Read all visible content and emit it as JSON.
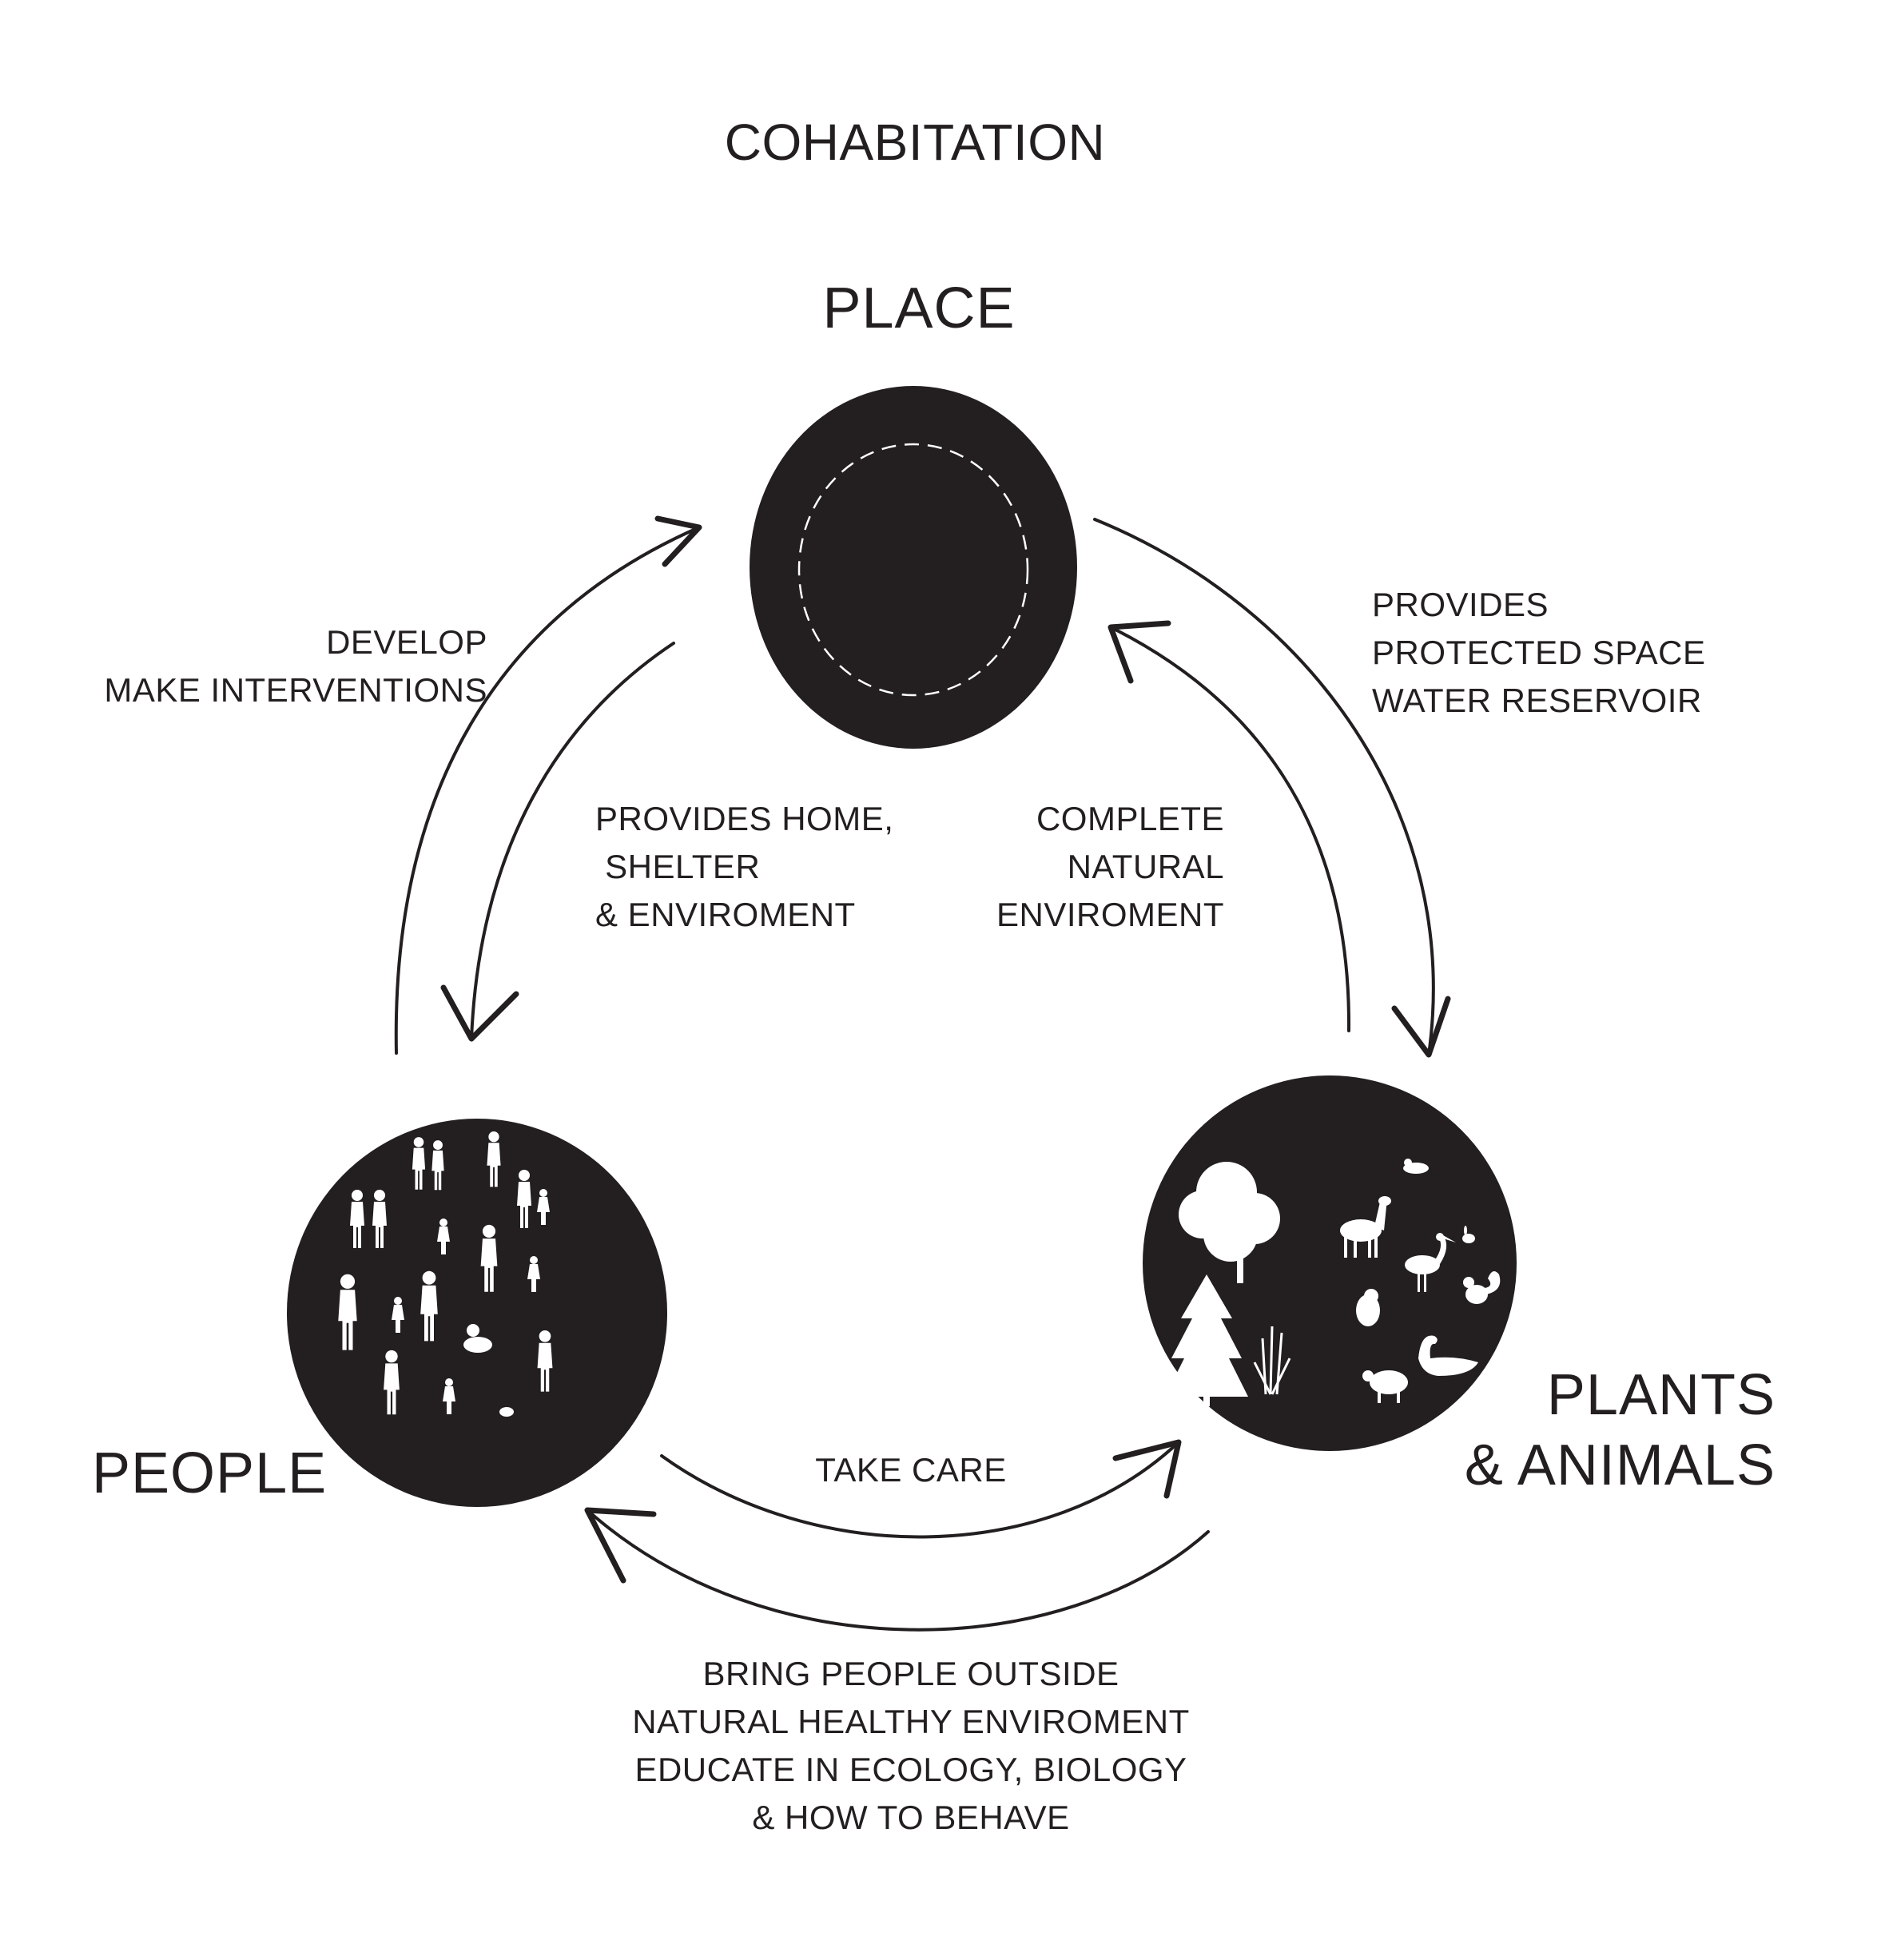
{
  "title": "COHABITATION",
  "nodes": {
    "place": {
      "label": "PLACE"
    },
    "people": {
      "label": "PEOPLE"
    },
    "plants_animals": {
      "label_lines": [
        "PLANTS",
        "& ANIMALS"
      ]
    }
  },
  "relations": {
    "people_to_place": {
      "lines": [
        "DEVELOP",
        "MAKE INTERVENTIONS"
      ]
    },
    "place_to_people": {
      "lines": [
        "PROVIDES HOME,",
        " SHELTER",
        "& ENVIROMENT"
      ]
    },
    "plants_to_place": {
      "lines": [
        "COMPLETE",
        "NATURAL",
        "ENVIROMENT"
      ]
    },
    "place_to_plants": {
      "lines": [
        "PROVIDES",
        "PROTECTED SPACE",
        "WATER RESERVOIR"
      ]
    },
    "people_to_plants": {
      "lines": [
        "TAKE CARE"
      ]
    },
    "plants_to_people": {
      "lines": [
        "BRING PEOPLE OUTSIDE",
        "NATURAL HEALTHY ENVIROMENT",
        "EDUCATE IN ECOLOGY, BIOLOGY",
        "& HOW TO BEHAVE"
      ]
    }
  },
  "colors": {
    "ink": "#231f20",
    "fill": "#231f20",
    "silhouette": "#ffffff",
    "background": "#ffffff"
  }
}
